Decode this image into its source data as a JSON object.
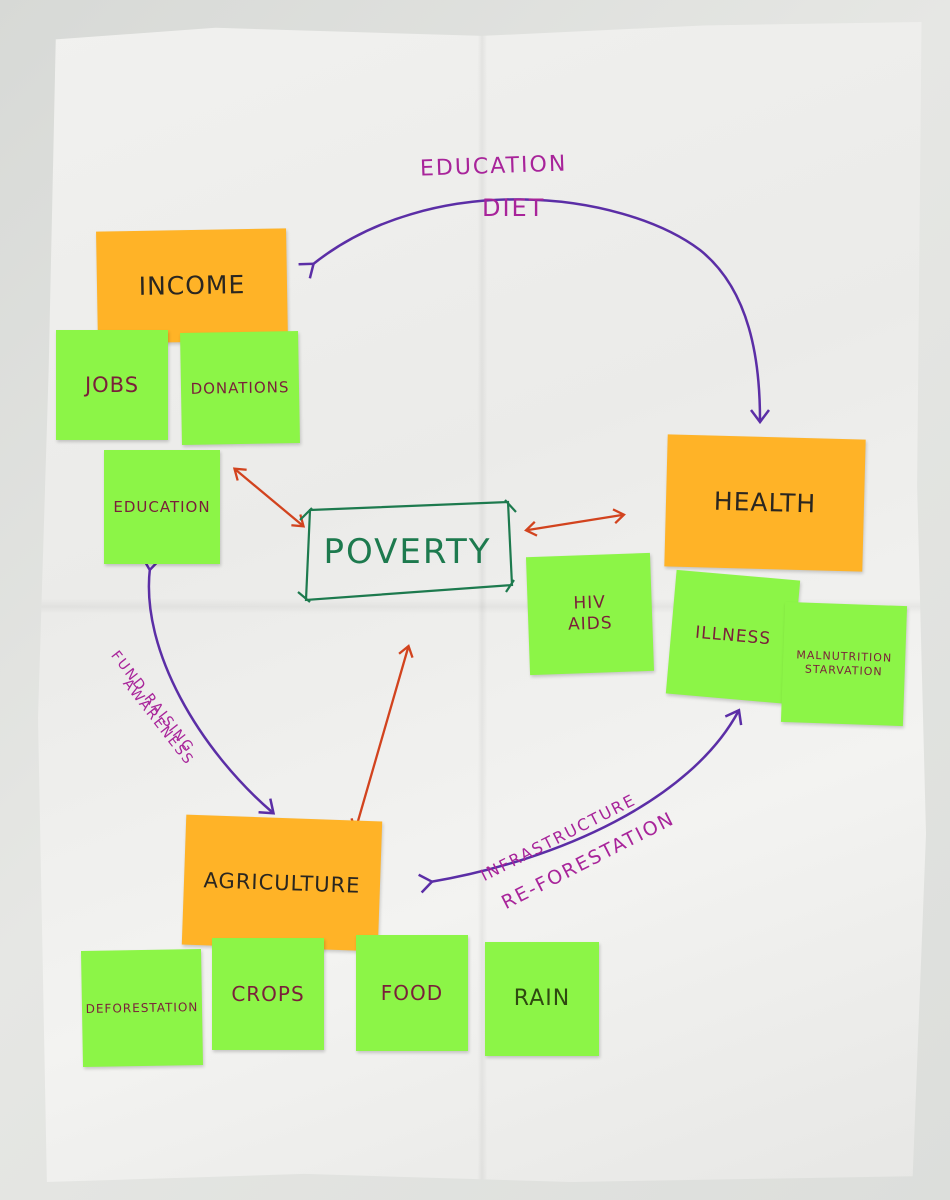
{
  "center": {
    "label": "POVERTY"
  },
  "notes": {
    "income": "INCOME",
    "jobs": "JOBS",
    "donations": "DONATIONS",
    "education": "EDUCATION",
    "health": "HEALTH",
    "hiv_aids_line1": "HIV",
    "hiv_aids_line2": "AIDS",
    "illness": "ILLNESS",
    "malnutrition_line1": "MALNUTRITION",
    "malnutrition_line2": "STARVATION",
    "agriculture": "AGRICULTURE",
    "deforestation": "DEFORESTATION",
    "crops": "CROPS",
    "food": "FOOD",
    "rain": "RAIN"
  },
  "arrow_labels": {
    "top_line1": "EDUCATION",
    "top_line2": "DIET",
    "left_line1": "AWARENESS",
    "left_line2": "FUND RAISING",
    "bottom_line1": "INFRASTRUCTURE",
    "bottom_line2": "RE-FORESTATION"
  },
  "colors": {
    "orange_note": "#ffb327",
    "green_note": "#8cf547",
    "purple_arrow": "#5b2ea6",
    "red_arrow": "#d2431e",
    "magenta_text": "#a8249a",
    "poverty_green": "#1d7a4e"
  }
}
